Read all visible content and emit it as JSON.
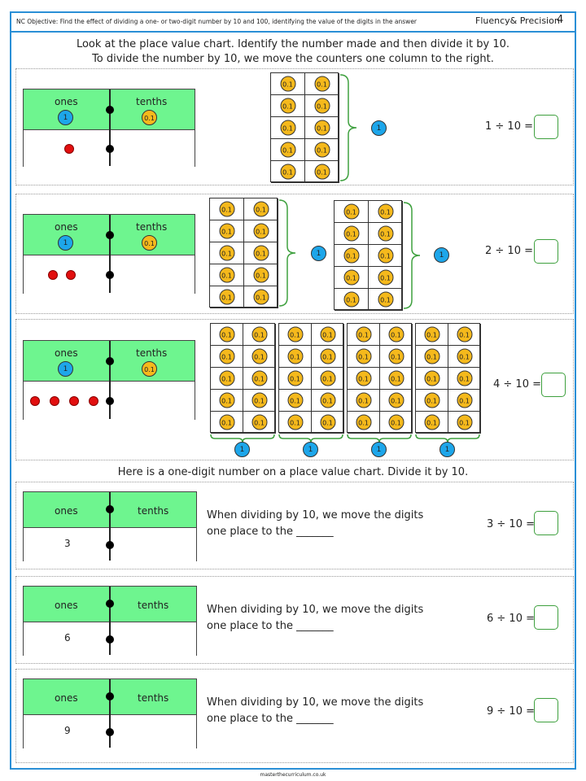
{
  "header": {
    "objective": "NC Objective: Find the effect of dividing a one- or two-digit number by 10 and 100, identifying the value of the digits in the answer",
    "label": "Fluency& Precision",
    "page": "4"
  },
  "instructions": [
    "Look at the place value chart. Identify the number made and then divide it by 10.",
    "To divide the number by 10, we move the counters one column to the right."
  ],
  "instruction2": "Here is a one-digit number on a place value chart. Divide it by 10.",
  "chart": {
    "ones": "ones",
    "tenths": "tenths",
    "one_counter": "1",
    "tenth_counter": "0.1"
  },
  "colors": {
    "ones_counter": "#1da6ea",
    "tenths_counter": "#f5b91c",
    "header_row": "#6ef58f",
    "border": "#2a8fd6",
    "answer_box": "#3ea03e"
  },
  "problems1": [
    {
      "equation": "1 ÷ 10 =",
      "red_dots": 1,
      "groups": 1
    },
    {
      "equation": "2 ÷ 10 =",
      "red_dots": 2,
      "groups": 2
    },
    {
      "equation": "4 ÷ 10 =",
      "red_dots": 4,
      "groups": 4
    }
  ],
  "problems2": [
    {
      "digit": "3",
      "equation": "3 ÷ 10 ="
    },
    {
      "digit": "6",
      "equation": "6 ÷ 10 ="
    },
    {
      "digit": "9",
      "equation": "9 ÷ 10 ="
    }
  ],
  "sentence": {
    "line1": "When dividing by 10, we move the digits",
    "line2": "one place to the _______"
  },
  "footer": "masterthecurriculum.co.uk"
}
